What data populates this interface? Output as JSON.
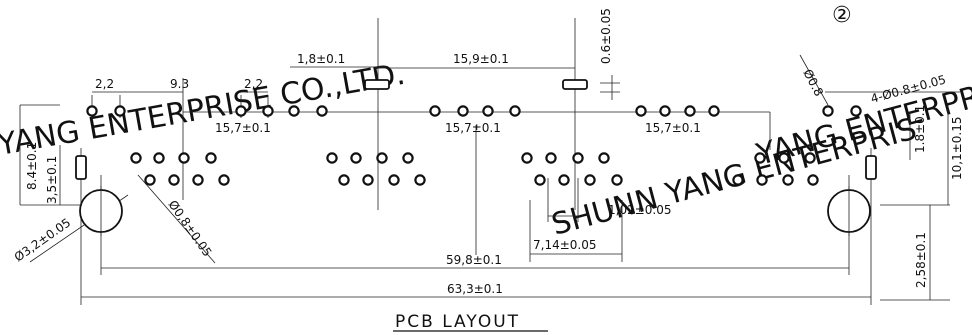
{
  "title": "PCB LAYOUT",
  "sheet_mark": "②",
  "watermarks": [
    "YANG ENTERPRISE CO.,LTD.",
    "SHUNN YANG ENTERPRIS",
    "YANG ENTERPRIS"
  ],
  "dimensions": {
    "d_2_2_left": "2,2",
    "d_9_3": "9.3",
    "d_2_2_mid": "2,2",
    "slot_1_8": "1,8±0.1",
    "slot_15_9": "15,9±0.1",
    "slot_0_6": "0.6±0.05",
    "dia_0_8": "Ø0.8",
    "holes_4x0_8": "4-Ø0.8±0.05",
    "pitch_15_7_a": "15,7±0.1",
    "pitch_15_7_b": "15,7±0.1",
    "pitch_15_7_c": "15,7±0.1",
    "h_8_4": "8.4±0.1",
    "h_3_5": "3,5±0.1",
    "h_1_8": "1.8±0.1",
    "h_10_1": "10,1±0.15",
    "dia_0_8_diag": "Ø0,8±0.05",
    "dia_3_2": "Ø3,2±0.05",
    "d_1_02": "1,02±0.05",
    "d_7_14": "7,14±0.05",
    "d_59_8": "59,8±0.1",
    "d_63_3": "63,3±0.1",
    "h_2_58": "2,58±0.1"
  }
}
